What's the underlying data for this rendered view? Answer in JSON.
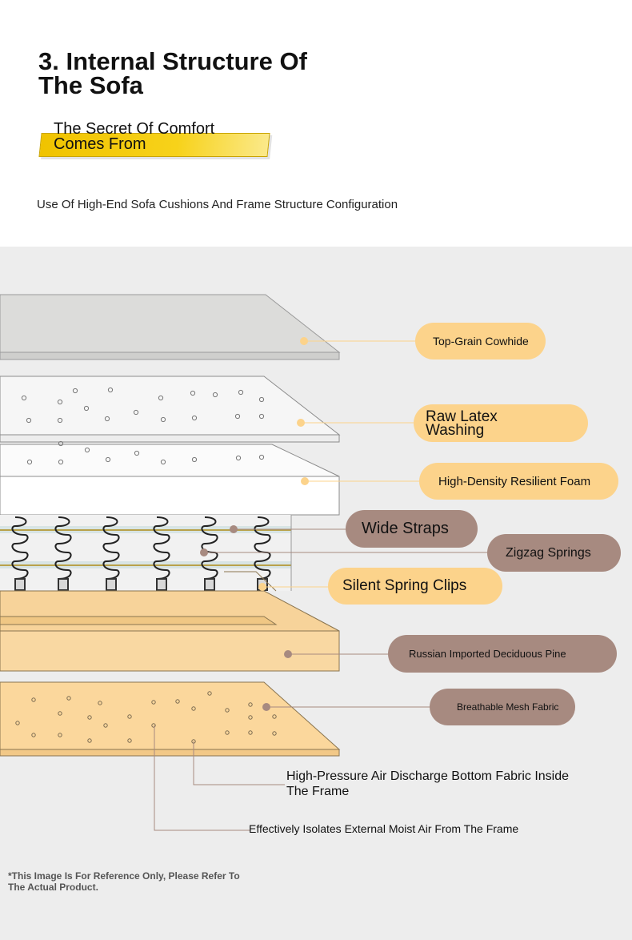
{
  "header": {
    "title": "3. Internal Structure Of The Sofa",
    "subtitle": "The Secret Of Comfort Comes From",
    "lead": "Use Of High-End Sofa Cushions And Frame Structure Configuration"
  },
  "labels": {
    "top_grain": "Top-Grain Cowhide",
    "raw_latex": "Raw Latex Washing",
    "foam": "High-Density Resilient Foam",
    "wide_straps": "Wide Straps",
    "zigzag": "Zigzag Springs",
    "clips": "Silent Spring Clips",
    "pine": "Russian Imported Deciduous Pine",
    "mesh": "Breathable Mesh Fabric"
  },
  "notes": {
    "air_discharge": "High-Pressure Air Discharge Bottom Fabric Inside The Frame",
    "moist_air": "Effectively Isolates External Moist Air From The Frame"
  },
  "disclaimer": "*This Image Is For Reference Only, Please Refer To The Actual Product.",
  "colors": {
    "accent_yellow": "#fcd38b",
    "accent_brown": "#a78a80",
    "wood": "#f7d39a",
    "leather": "#dcdcda",
    "background": "#ededed"
  }
}
